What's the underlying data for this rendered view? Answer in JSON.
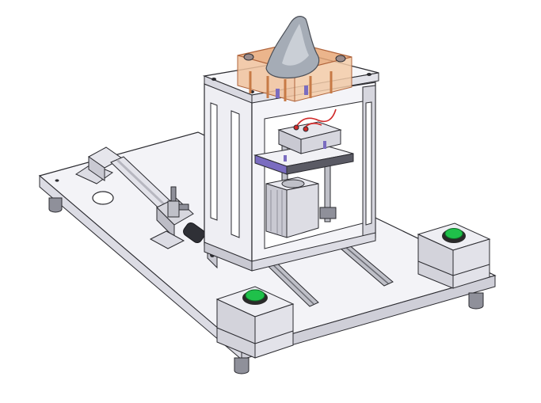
{
  "scene": {
    "subject": "cad-assembly-isometric",
    "colors": {
      "background": "#ffffff",
      "plate_top": "#f3f3f7",
      "plate_side": "#dcdce4",
      "frame": "#eeeef3",
      "frame_dark": "#c9c9d2",
      "metal": "#bfc0c8",
      "metal_dark": "#8f909a",
      "outline": "#2b2b30",
      "slot": "#6b6c74",
      "rubber": "#2f3036",
      "acrylic": "#e8a878",
      "acrylic_edge": "#b0643c",
      "nozzle": "#c77a46",
      "screw": "#9b8c8c",
      "horn": "#a5acb6",
      "horn_light": "#d3d8de",
      "button_green": "#1fc04a",
      "button_ring": "#2a2a2a",
      "wire_red": "#d02a2a",
      "accent_purple": "#7a6cc0"
    },
    "parts": [
      "base-plate",
      "support-frame",
      "acrylic-mold-plate",
      "horn-workpiece",
      "press-plate",
      "lift-cylinder",
      "push-cylinder",
      "air-fitting",
      "linear-rails",
      "start-button-left",
      "start-button-right",
      "leveling-feet"
    ]
  }
}
